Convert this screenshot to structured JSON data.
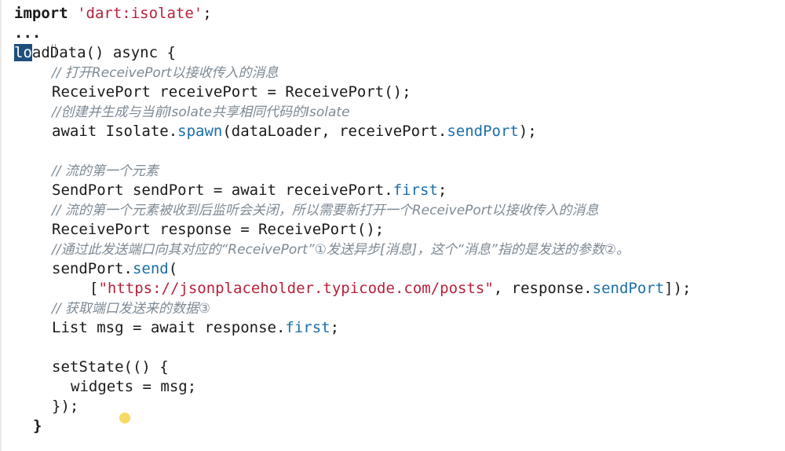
{
  "code": {
    "line1": {
      "kw": "import",
      "str": "'dart:isolate'",
      "tail": ";"
    },
    "line2": {
      "text": "..."
    },
    "line3": {
      "sel": "lo",
      "rest": "adData() async {"
    },
    "line4": {
      "comment": "// 打开ReceivePort以接收传入的消息"
    },
    "line5": {
      "text": "ReceivePort receivePort = ReceivePort();"
    },
    "line6": {
      "comment": "//创建并生成与当前Isolate共享相同代码的Isolate"
    },
    "line7": {
      "a": "await Isolate.",
      "prop1": "spawn",
      "b": "(dataLoader, receivePort.",
      "prop2": "sendPort",
      "c": ");"
    },
    "line8": {
      "comment": "// 流的第一个元素"
    },
    "line9": {
      "a": "SendPort sendPort = await receivePort.",
      "prop": "first",
      "b": ";"
    },
    "line10": {
      "comment": "// 流的第一个元素被收到后监听会关闭，所以需要新打开一个ReceivePort以接收传入的消息"
    },
    "line11": {
      "text": "ReceivePort response = ReceivePort();"
    },
    "line12": {
      "comment": "//通过此发送端口向其对应的“ReceivePort”①发送异步[消息]，这个“消息”指的是发送的参数②。"
    },
    "line13": {
      "a": "sendPort.",
      "prop": "send",
      "b": "("
    },
    "line14": {
      "a": "[",
      "str": "\"https://jsonplaceholder.typicode.com/posts\"",
      "b": ", response.",
      "prop": "sendPort",
      "c": "]);"
    },
    "line15": {
      "comment": "// 获取端口发送来的数据③"
    },
    "line16": {
      "a": "List msg = await response.",
      "prop": "first",
      "b": ";"
    },
    "line17": {
      "text": "setState(() {"
    },
    "line18": {
      "text": "widgets = msg;"
    },
    "line19": {
      "text": "});"
    },
    "line20": {
      "text": "}"
    }
  },
  "colors": {
    "keyword": "#1a1a1a",
    "string": "#b8213c",
    "property": "#1a6fa8",
    "comment": "#7e8a94",
    "selection": "#1d4f7c",
    "cursor_highlight": "#f7d24a"
  }
}
